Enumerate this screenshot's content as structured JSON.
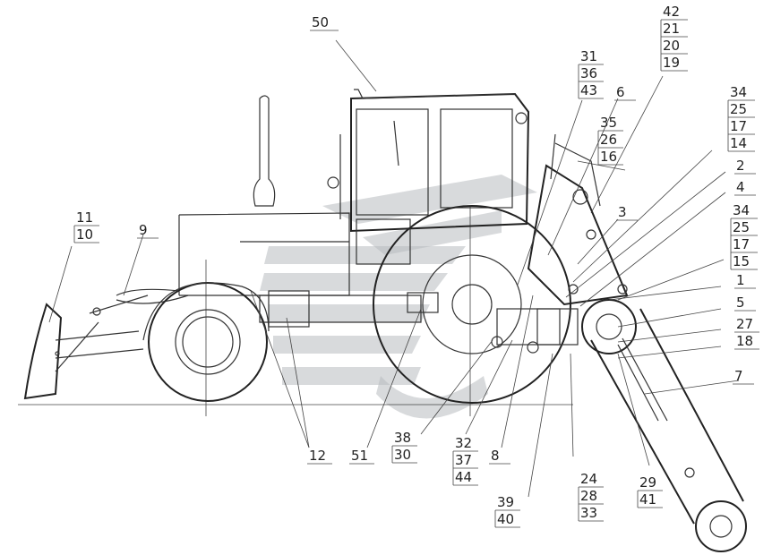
{
  "callouts": [
    {
      "id": "c50",
      "lines": [
        "50"
      ]
    },
    {
      "id": "c11",
      "lines": [
        "11",
        "10"
      ]
    },
    {
      "id": "c9",
      "lines": [
        "9"
      ]
    },
    {
      "id": "c31",
      "lines": [
        "31",
        "36",
        "43"
      ]
    },
    {
      "id": "c6",
      "lines": [
        "6"
      ]
    },
    {
      "id": "c42",
      "lines": [
        "42",
        "21",
        "20",
        "19"
      ]
    },
    {
      "id": "c34a",
      "lines": [
        "34",
        "25",
        "17",
        "14"
      ]
    },
    {
      "id": "c35",
      "lines": [
        "35",
        "26",
        "16"
      ]
    },
    {
      "id": "c2",
      "lines": [
        "2"
      ]
    },
    {
      "id": "c3",
      "lines": [
        "3"
      ]
    },
    {
      "id": "c4",
      "lines": [
        "4"
      ]
    },
    {
      "id": "c34b",
      "lines": [
        "34",
        "25",
        "17",
        "15"
      ]
    },
    {
      "id": "c1",
      "lines": [
        "1"
      ]
    },
    {
      "id": "c5",
      "lines": [
        "5"
      ]
    },
    {
      "id": "c27",
      "lines": [
        "27"
      ]
    },
    {
      "id": "c18",
      "lines": [
        "18"
      ]
    },
    {
      "id": "c7",
      "lines": [
        "7"
      ]
    },
    {
      "id": "c12",
      "lines": [
        "12"
      ]
    },
    {
      "id": "c51",
      "lines": [
        "51"
      ]
    },
    {
      "id": "c38",
      "lines": [
        "38",
        "30"
      ]
    },
    {
      "id": "c32",
      "lines": [
        "32",
        "37",
        "44"
      ]
    },
    {
      "id": "c8",
      "lines": [
        "8"
      ]
    },
    {
      "id": "c39",
      "lines": [
        "39",
        "40"
      ]
    },
    {
      "id": "c24",
      "lines": [
        "24",
        "28",
        "33"
      ]
    },
    {
      "id": "c29",
      "lines": [
        "29",
        "41"
      ]
    }
  ]
}
